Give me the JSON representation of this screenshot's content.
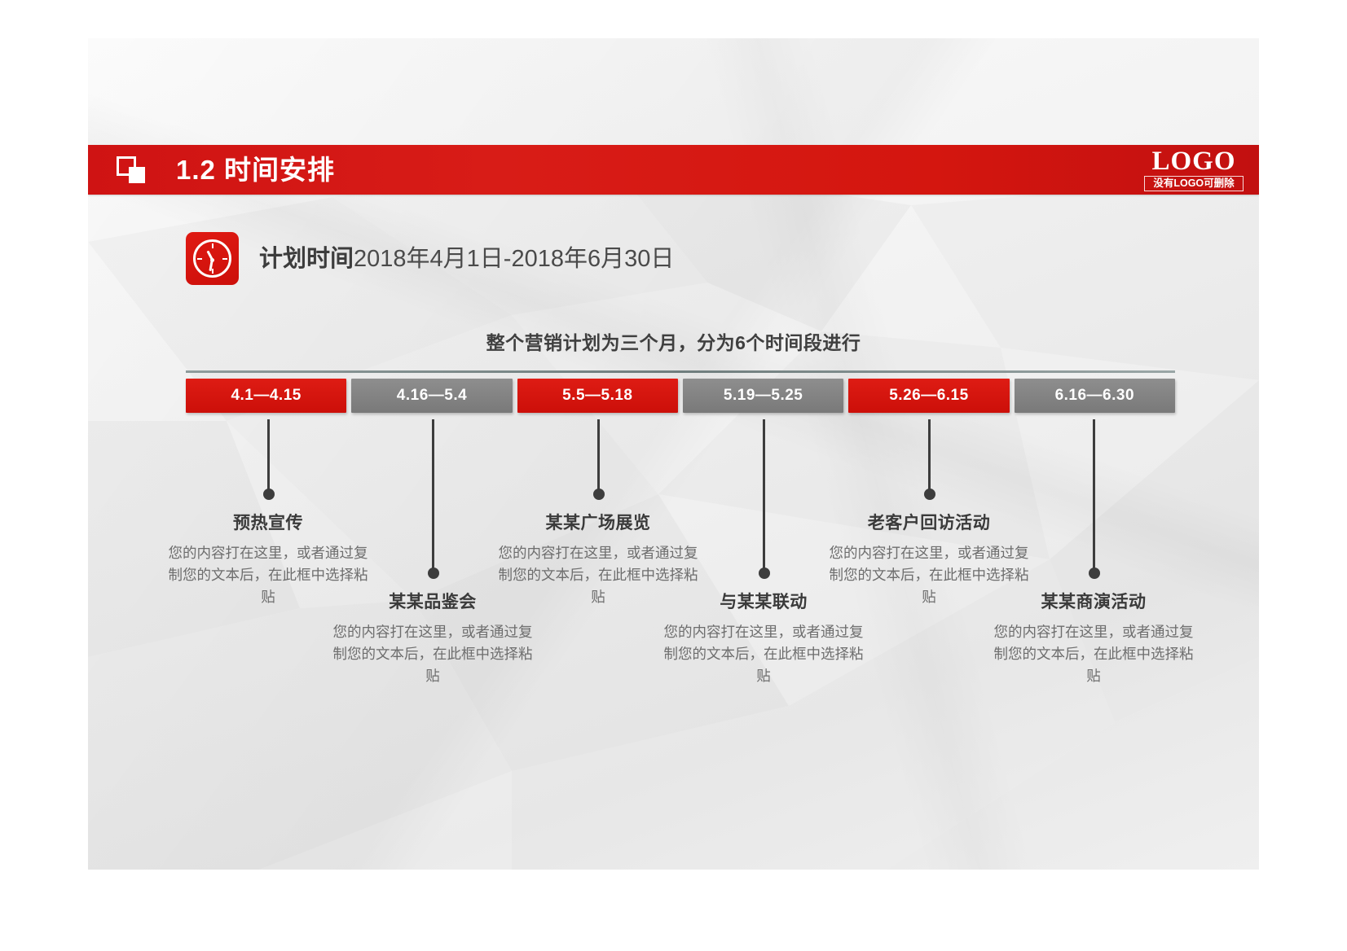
{
  "header": {
    "icon": "double-square-icon",
    "title": "1.2 时间安排",
    "logo_main": "LOGO",
    "logo_sub": "没有LOGO可删除",
    "accent_color": "#d4160f"
  },
  "plan": {
    "icon": "clock-icon",
    "label": "计划时间",
    "range": "2018年4月1日-2018年6月30日"
  },
  "sub_headline": "整个营销计划为三个月，分为6个时间段进行",
  "timeline": {
    "chips": [
      {
        "range": "4.1—4.15",
        "color": "red"
      },
      {
        "range": "4.16—5.4",
        "color": "grey"
      },
      {
        "range": "5.5—5.18",
        "color": "red"
      },
      {
        "range": "5.19—5.25",
        "color": "grey"
      },
      {
        "range": "5.26—6.15",
        "color": "red"
      },
      {
        "range": "6.16—6.30",
        "color": "grey"
      }
    ],
    "red_color": "#cc0f09",
    "grey_color": "#797979",
    "rail_color": "#7b8989"
  },
  "items": [
    {
      "title": "预热宣传",
      "body": "您的内容打在这里，或者通过复制您的文本后，在此框中选择粘贴"
    },
    {
      "title": "某某品鉴会",
      "body": "您的内容打在这里，或者通过复制您的文本后，在此框中选择粘贴"
    },
    {
      "title": "某某广场展览",
      "body": "您的内容打在这里，或者通过复制您的文本后，在此框中选择粘贴"
    },
    {
      "title": "与某某联动",
      "body": "您的内容打在这里，或者通过复制您的文本后，在此框中选择粘贴"
    },
    {
      "title": "老客户回访活动",
      "body": "您的内容打在这里，或者通过复制您的文本后，在此框中选择粘贴"
    },
    {
      "title": "某某商演活动",
      "body": "您的内容打在这里，或者通过复制您的文本后，在此框中选择粘贴"
    }
  ]
}
